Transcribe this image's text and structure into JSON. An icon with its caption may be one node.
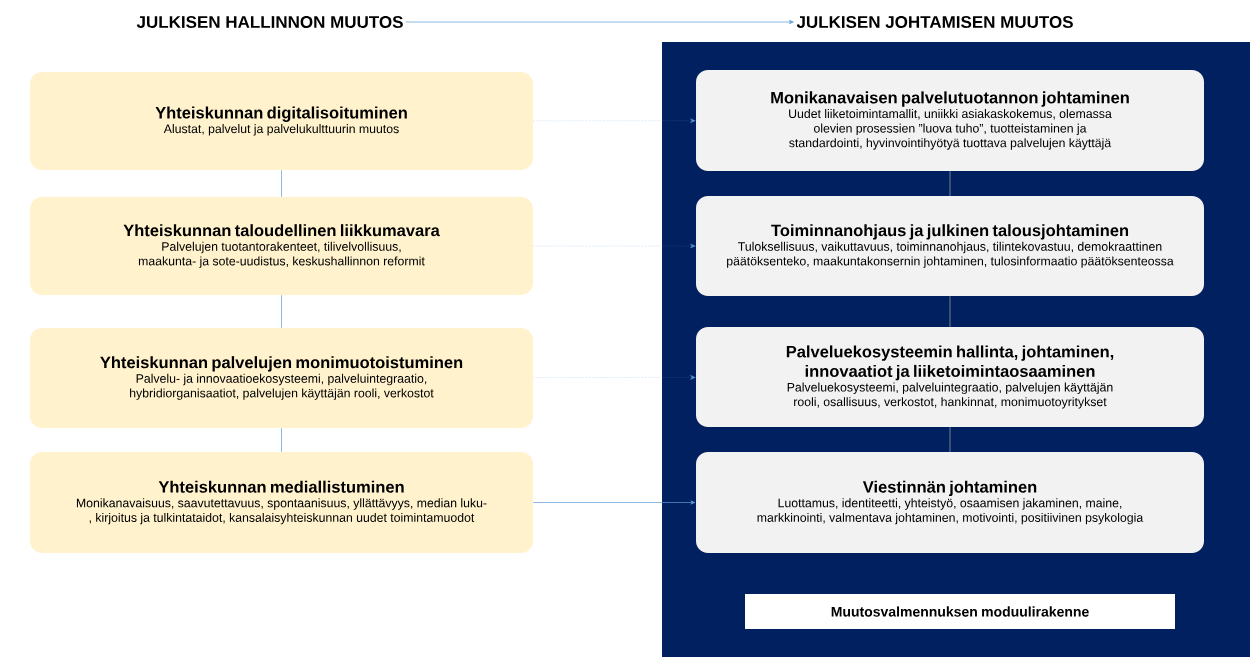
{
  "diagram": {
    "nodes": [
      {
        "text": [
          "JULKISEN HALLINNON MUUTOS"
        ]
      },
      {
        "text": [
          "JULKISEN JOHTAMISEN MUUTOS"
        ]
      },
      {
        "text": [
          "Yhteiskunnan digitalisoituminen",
          "Alustat, palvelut ja palvelukulttuurin muutos"
        ]
      },
      {
        "text": [
          "Yhteiskunnan taloudellinen liikkumavara",
          "Palvelujen tuotantorakenteet, tilivelvollisuus, maakunta- ja sote-uudistus, keskushallinnon reformit"
        ]
      },
      {
        "text": [
          "Yhteiskunnan palvelujen monimuotoistuminen",
          "Palvelu- ja innovaatioekosysteemi, palveluintegraatio, hybridiorganisaatiot, palvelujen käyttäjän rooli, verkostot"
        ]
      },
      {
        "text": [
          "Yhteiskunnan mediallistuminen",
          "Monikanavaisuus, saavutettavuus, spontaanisuus, yllättävyys, median luku-, kirjoitus ja tulkintataidot, kansalaisyhteiskunnan uudet toimintamuodot"
        ]
      },
      {
        "text": [],
        "shape": "box"
      },
      {
        "text": [
          "Monikanavaisen palvelutuotannon johtaminen",
          "Uudet liiketoimintamallit, uniikki asiakaskokemus, olemassa olevien prosessien ”luova tuho”, tuotteistaminen ja standardointi, hyvinvointihyötyä tuottava palvelujen käyttäjä"
        ],
        "in": 6
      },
      {
        "text": [
          "Toiminnanohjaus ja julkinen talousjohtaminen",
          "Tuloksellisuus, vaikuttavuus, toiminnanohjaus, tilintekovastuu, demokraattinen päätöksenteko, maakuntakonsernin johtaminen, tulosinformaatio päätöksenteossa"
        ],
        "in": 6
      },
      {
        "text": [
          "Palveluekosysteemin hallinta, johtaminen, innovaatiot ja liiketoimintaosaaminen",
          "Palveluekosysteemi, palveluintegraatio, palvelujen käyttäjän rooli, osallisuus, verkostot, hankinnat, monimuotoyritykset"
        ],
        "in": 6
      },
      {
        "text": [
          "Viestinnän johtaminen",
          "Luottamus, identiteetti, yhteistyö, osaamisen jakaminen, maine, markkinointi, valmentava johtaminen, motivointi, positiivinen psykologia"
        ],
        "in": 6
      },
      {
        "text": [
          "Muutosvalmennuksen moduulirakenne"
        ],
        "in": 6
      }
    ],
    "edges": [
      {
        "from": 0,
        "to": 1,
        "arrow": "to"
      },
      {
        "from": 2,
        "to": 3,
        "arrow": "none"
      },
      {
        "from": 3,
        "to": 4,
        "arrow": "none"
      },
      {
        "from": 4,
        "to": 5,
        "arrow": "none"
      },
      {
        "from": 2,
        "to": 7,
        "arrow": "to",
        "style": "dashed"
      },
      {
        "from": 3,
        "to": 8,
        "arrow": "to",
        "style": "dashed"
      },
      {
        "from": 4,
        "to": 9,
        "arrow": "to",
        "style": "dashed"
      },
      {
        "from": 5,
        "to": 10,
        "arrow": "to"
      },
      {
        "from": 7,
        "to": 8,
        "arrow": "none",
        "color": "#a6a6a6"
      },
      {
        "from": 8,
        "to": 9,
        "arrow": "none",
        "color": "#a6a6a6"
      },
      {
        "from": 9,
        "to": 10,
        "arrow": "none",
        "color": "#a6a6a6"
      }
    ]
  }
}
